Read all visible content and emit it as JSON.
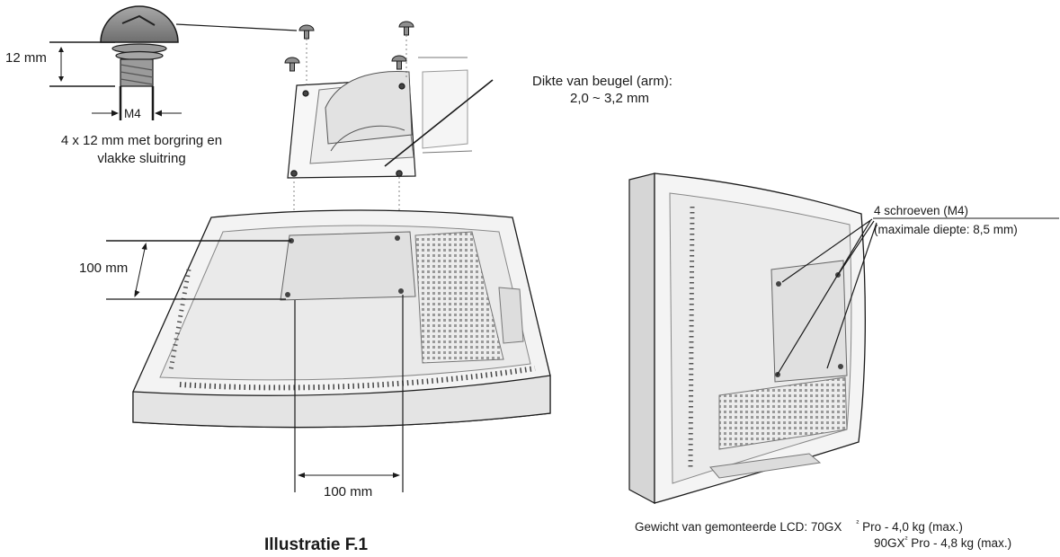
{
  "screw_detail": {
    "length_label": "12 mm",
    "thread_label": "M4",
    "spec_line1": "4 x 12 mm met borgring en",
    "spec_line2": "vlakke sluitring"
  },
  "bracket": {
    "thickness_line1": "Dikte van beugel (arm):",
    "thickness_line2": "2,0 ~ 3,2 mm"
  },
  "dimensions": {
    "vertical": "100 mm",
    "horizontal": "100 mm"
  },
  "side_view": {
    "screws_label": "4 schroeven (M4)",
    "depth_label": "(maximale diepte: 8,5 mm)"
  },
  "weight": {
    "prefix": "Gewicht van gemonteerde LCD: 70GX",
    "sup1": "²",
    "line1_suffix": " Pro - 4,0 kg (max.)",
    "line2_model": "90GX",
    "sup2": "²",
    "line2_suffix": " Pro - 4,8 kg (max.)"
  },
  "caption": "Illustratie F.1",
  "colors": {
    "line": "#1a1a1a",
    "monitor_fill": "#f2f2f2",
    "monitor_shade": "#d9d9d9",
    "screw_fill": "#8f8f8f"
  }
}
